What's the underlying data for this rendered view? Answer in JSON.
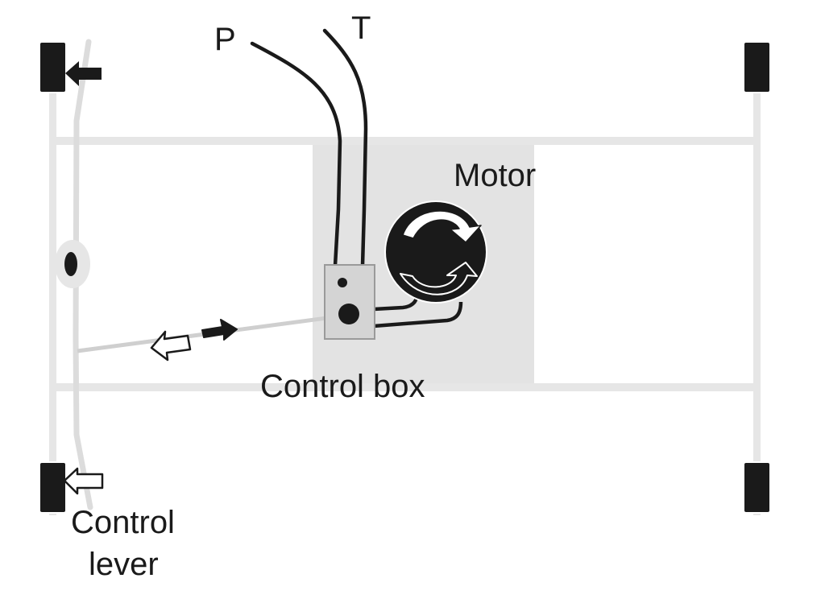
{
  "labels": {
    "pressure": "P",
    "tank": "T",
    "motor": "Motor",
    "control_box": "Control box",
    "control_lever_line1": "Control",
    "control_lever_line2": "lever"
  },
  "colors": {
    "frame": "#e6e6e6",
    "wheel": "#1a1a1a",
    "hose": "#1a1a1a",
    "panel": "#e3e3e3",
    "box_fill": "#d4d4d4",
    "box_stroke": "#9a9a9a"
  }
}
